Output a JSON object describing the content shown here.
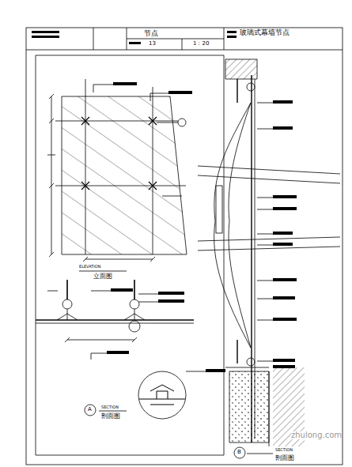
{
  "diagram": {
    "labels": [
      "节点",
      "13",
      "1：20",
      "玻璃式幕墙节点",
      "ELEVATION",
      "立面图",
      "A",
      "SECTION",
      "剖面图",
      "B",
      "SECTION",
      "剖面图",
      "zhulong.com"
    ]
  }
}
